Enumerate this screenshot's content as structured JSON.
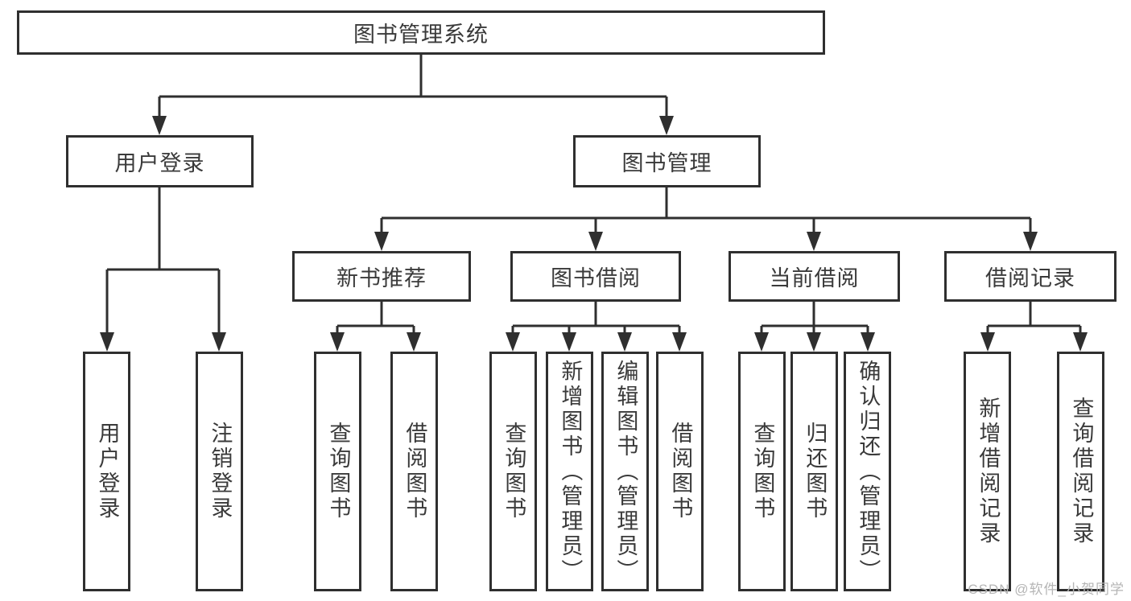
{
  "diagram": {
    "root": "图书管理系统",
    "user_branch": {
      "label": "用户登录",
      "children": [
        "用户登录",
        "注销登录"
      ]
    },
    "book_branch": {
      "label": "图书管理",
      "groups": [
        {
          "label": "新书推荐",
          "children": [
            "查询图书",
            "借阅图书"
          ]
        },
        {
          "label": "图书借阅",
          "children": [
            "查询图书",
            "新增图书（管理员）",
            "编辑图书（管理员）",
            "借阅图书"
          ]
        },
        {
          "label": "当前借阅",
          "children": [
            "查询图书",
            "归还图书",
            "确认归还（管理员）"
          ]
        },
        {
          "label": "借阅记录",
          "children": [
            "新增借阅记录",
            "查询借阅记录"
          ]
        }
      ]
    }
  },
  "watermark": "CSDN @软件_小贺同学",
  "colors": {
    "line": "#2f2f2f",
    "text": "#3a3a3a",
    "background": "#ffffff",
    "watermark_text": "#b5b5b5"
  }
}
